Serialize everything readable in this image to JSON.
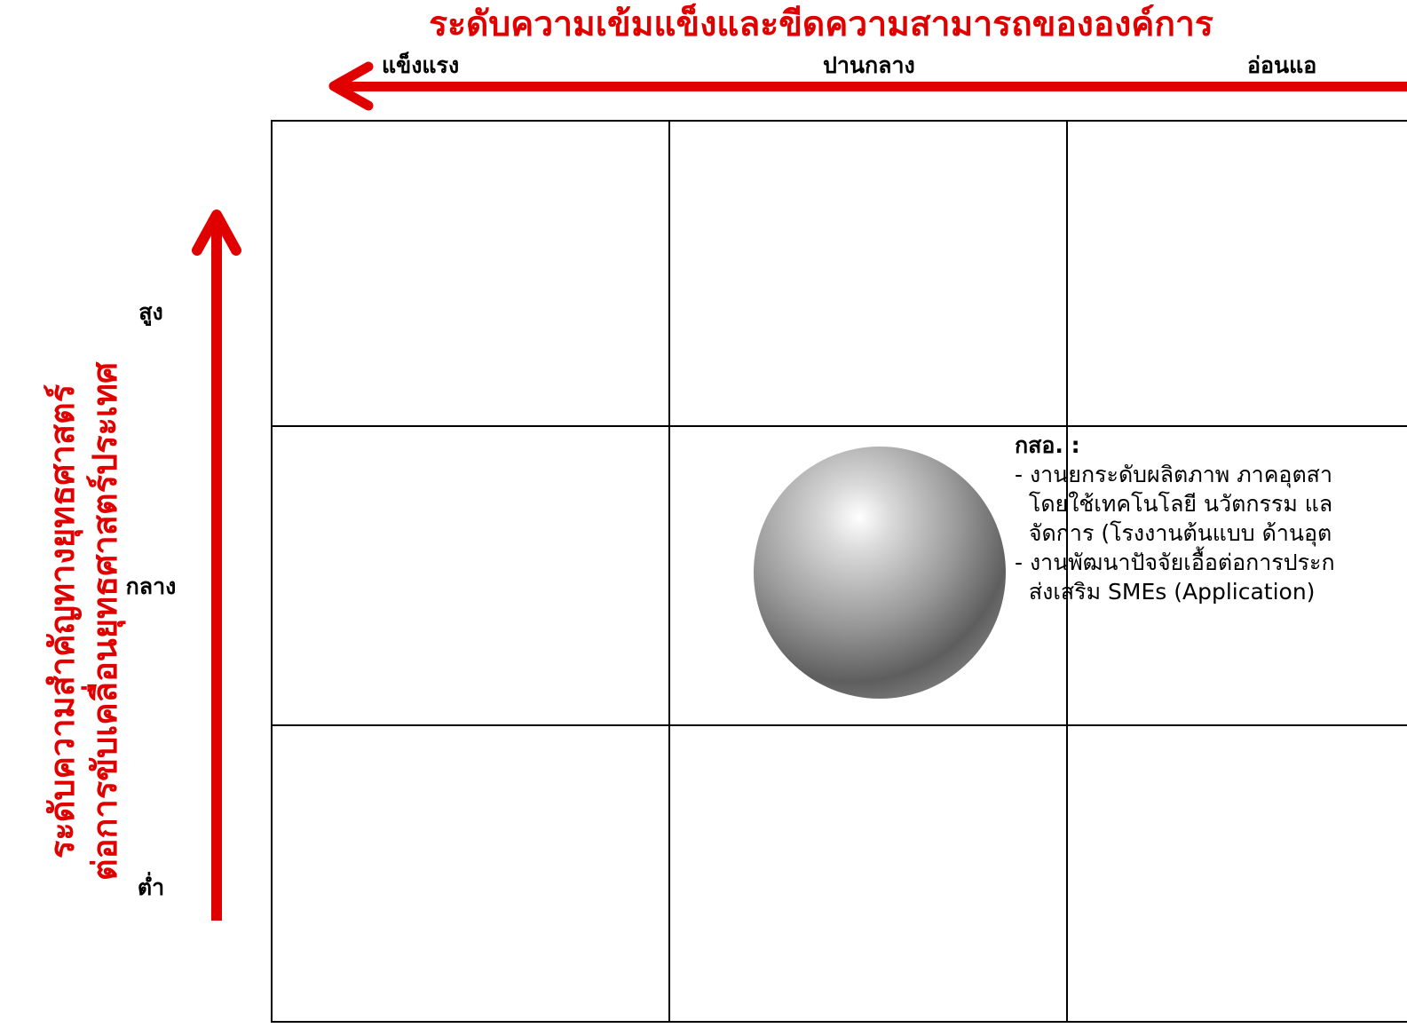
{
  "x_axis": {
    "title": "ระดับความเข้มแข็งและขีดความสามารถขององค์การ",
    "labels": [
      "แข็งแรง",
      "ปานกลาง",
      "อ่อนแอ"
    ]
  },
  "y_axis": {
    "title": [
      "ระดับความสำคัญทางยุทธศาสตร์",
      "ต่อการขับเคลื่อนยุทธศาสตร์ประเทศ"
    ],
    "labels": [
      "สูง",
      "กลาง",
      "ต่ำ"
    ]
  },
  "annotation": {
    "heading": "กสอ. :",
    "lines": [
      "- งานยกระดับผลิตภาพ ภาคอุตสา",
      "  โดยใช้เทคโนโลยี นวัตกรรม แล",
      "  จัดการ (โรงงานต้นแบบ ด้านอุต",
      "- งานพัฒนาปัจจัยเอื้อต่อการประก",
      "  ส่งเสริม SMEs (Application)"
    ]
  },
  "colors": {
    "accent": "#e00000",
    "grid": "#000000",
    "sphere": "#9a9a9a"
  },
  "position": {
    "x_level": "ปานกลาง",
    "y_level": "กลาง"
  }
}
